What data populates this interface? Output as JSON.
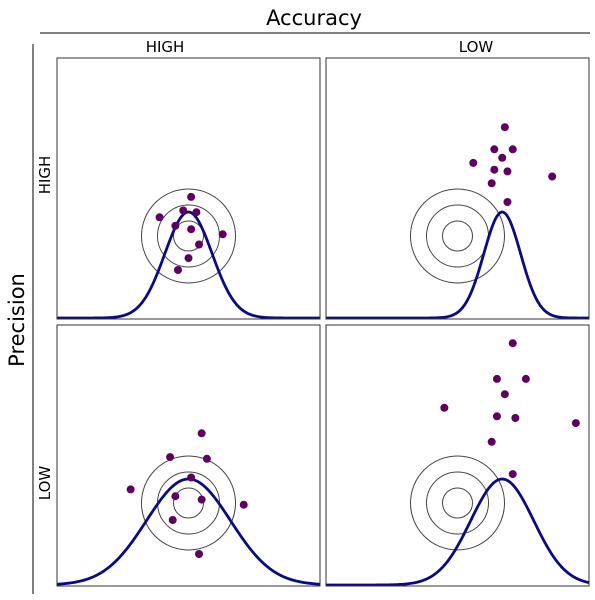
{
  "title": "Accuracy",
  "row_axis_label": "Precision",
  "column_labels": [
    "HIGH",
    "LOW"
  ],
  "row_labels": [
    "HIGH",
    "LOW"
  ],
  "colors": {
    "dot": "#5e0060",
    "curve": "#0b0a82",
    "ring": "#444444",
    "frame": "#333333",
    "axis_line": "#000000"
  },
  "panels": [
    {
      "accuracy": "HIGH",
      "precision": "HIGH",
      "target_center": [
        0.5,
        0.6
      ],
      "curve": {
        "mean": 0.5,
        "spread": 0.09
      },
      "shots": [
        [
          0.51,
          0.83
        ],
        [
          0.48,
          0.75
        ],
        [
          0.53,
          0.74
        ],
        [
          0.39,
          0.71
        ],
        [
          0.45,
          0.66
        ],
        [
          0.51,
          0.64
        ],
        [
          0.63,
          0.61
        ],
        [
          0.54,
          0.55
        ],
        [
          0.5,
          0.47
        ],
        [
          0.46,
          0.4
        ]
      ]
    },
    {
      "accuracy": "LOW",
      "precision": "HIGH",
      "target_center": [
        0.5,
        0.6
      ],
      "curve": {
        "mean": 0.67,
        "spread": 0.07
      },
      "shots": [
        [
          0.68,
          1.24
        ],
        [
          0.64,
          1.11
        ],
        [
          0.71,
          1.11
        ],
        [
          0.67,
          1.06
        ],
        [
          0.56,
          1.03
        ],
        [
          0.64,
          0.99
        ],
        [
          0.69,
          0.98
        ],
        [
          0.86,
          0.95
        ],
        [
          0.63,
          0.91
        ],
        [
          0.69,
          0.8
        ]
      ]
    },
    {
      "accuracy": "HIGH",
      "precision": "LOW",
      "target_center": [
        0.5,
        0.6
      ],
      "curve": {
        "mean": 0.5,
        "spread": 0.16
      },
      "shots": [
        [
          0.55,
          1.01
        ],
        [
          0.43,
          0.87
        ],
        [
          0.57,
          0.86
        ],
        [
          0.51,
          0.75
        ],
        [
          0.28,
          0.68
        ],
        [
          0.45,
          0.64
        ],
        [
          0.55,
          0.62
        ],
        [
          0.71,
          0.59
        ],
        [
          0.44,
          0.5
        ],
        [
          0.54,
          0.3
        ]
      ]
    },
    {
      "accuracy": "LOW",
      "precision": "LOW",
      "target_center": [
        0.5,
        0.6
      ],
      "curve": {
        "mean": 0.67,
        "spread": 0.12
      },
      "shots": [
        [
          0.71,
          1.54
        ],
        [
          0.65,
          1.33
        ],
        [
          0.76,
          1.33
        ],
        [
          0.68,
          1.24
        ],
        [
          0.45,
          1.16
        ],
        [
          0.65,
          1.11
        ],
        [
          0.72,
          1.1
        ],
        [
          0.95,
          1.07
        ],
        [
          0.63,
          0.96
        ],
        [
          0.71,
          0.77
        ]
      ]
    }
  ]
}
